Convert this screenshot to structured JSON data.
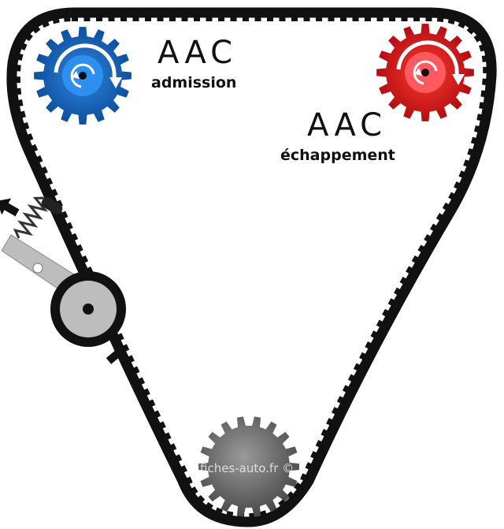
{
  "labels": {
    "intake_cam": {
      "title": "AAC",
      "subtitle": "admission"
    },
    "exhaust_cam": {
      "title": "AAC",
      "subtitle": "échappement"
    }
  },
  "watermark": "fiches-auto.fr ©",
  "colors": {
    "intake_gear": "#1565c0",
    "exhaust_gear": "#d9141b",
    "crank_gear": "#6e6e6e",
    "belt": "#111111",
    "tensioner": "#bdbdbd"
  },
  "icons": [
    "rotation-arrow-icon",
    "push-arrow-icon",
    "tension-spring-icon"
  ]
}
